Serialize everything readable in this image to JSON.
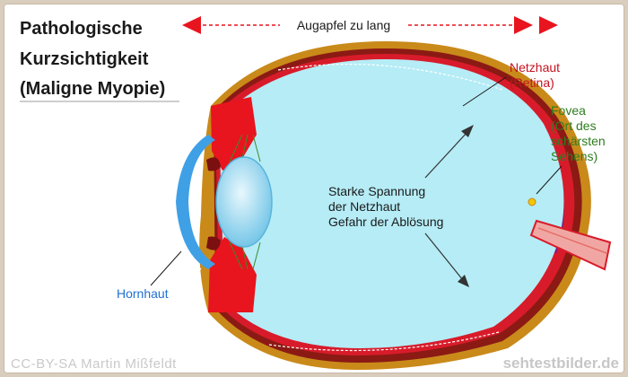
{
  "title": {
    "line1": "Pathologische",
    "line2": "Kurzsichtigkeit",
    "line3": "(Maligne Myopie)"
  },
  "top_label": "Augapfel zu lang",
  "labels": {
    "netzhaut_line1": "Netzhaut",
    "netzhaut_line2": "(Retina)",
    "fovea_line1": "Fovea",
    "fovea_line2": "(Ort des",
    "fovea_line3": "schärsten",
    "fovea_line4": "Sehens)",
    "center_line1": "Starke Spannung",
    "center_line2": "der Netzhaut",
    "center_line3": "Gefahr der Ablösung",
    "hornhaut": "Hornhaut"
  },
  "footer": {
    "credit": "CC-BY-SA Martin Mißfeldt",
    "site": "sehtestbilder.de"
  },
  "colors": {
    "vitreous": "#b5ecf6",
    "sclera": "#c98a1a",
    "choroid": "#c0392b",
    "retina": "#d81b2a",
    "iris": "#e8141e",
    "cornea": "#3fa0e6",
    "lens": "#8fd3ee",
    "fovea_purple": "#7a1f8c",
    "netzhaut_text": "#c4121f",
    "fovea_text": "#2e7d1f",
    "hornhaut_text": "#1f6fd1",
    "arrow_red": "#e8141e"
  }
}
